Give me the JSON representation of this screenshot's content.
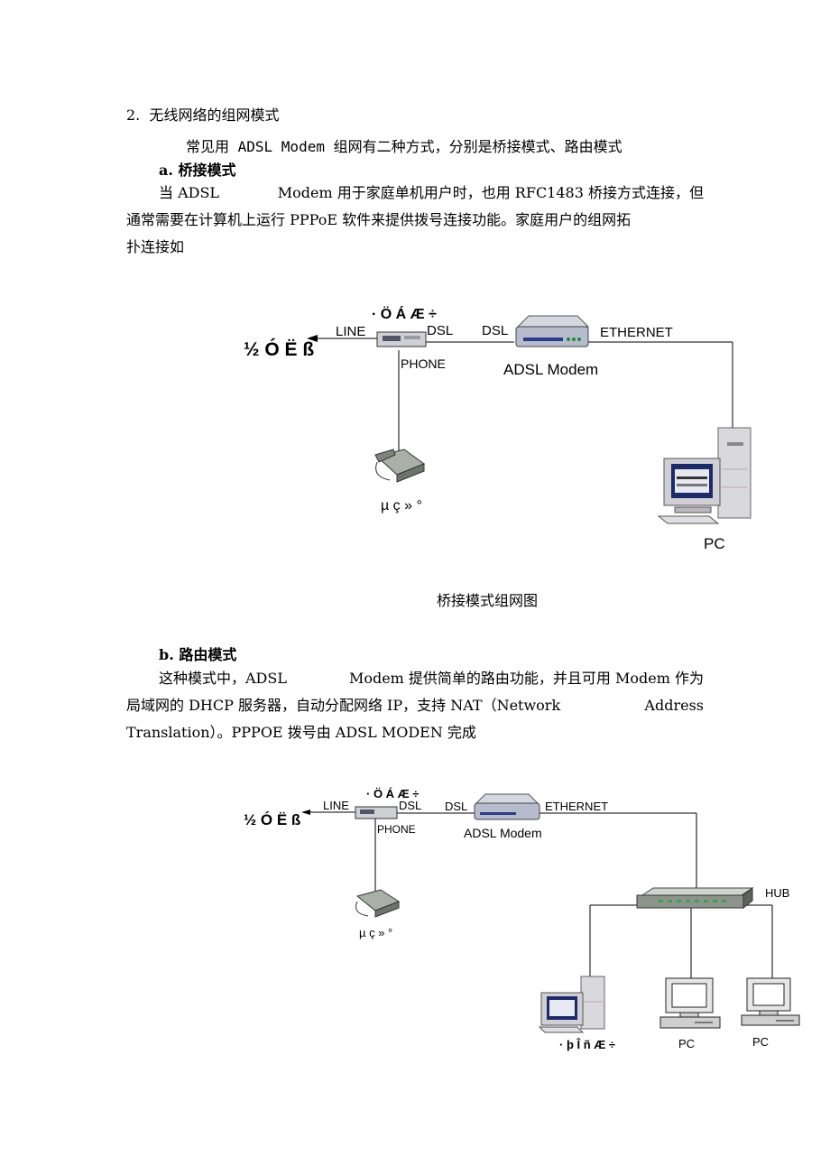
{
  "section": {
    "number": "2.",
    "title": "无线网络的组网模式",
    "intro": "常见用 ADSL Modem 组网有二种方式，分别是桥接模式、路由模式"
  },
  "bridge": {
    "heading": "a. 桥接模式",
    "para": {
      "line1_left": "当 ADSL",
      "line1_right": "Modem 用于家庭单机用户时，也用 RFC1483 桥接方式连接，但",
      "line2": "通常需要在计算机上运行 PPPoE 软件来提供拨号连接功能。家庭用户的组网拓",
      "line3": "扑连接如"
    },
    "diagram": {
      "splitter_label": "· Ö Á Æ ÷",
      "line_label": "LINE",
      "dsl_left": "DSL",
      "dsl_right": "DSL",
      "ethernet": "ETHERNET",
      "modem": "ADSL Modem",
      "phone_port": "PHONE",
      "outside": "½ Ó Ë ß",
      "phone_label": "µ ç » °",
      "pc": "PC"
    },
    "caption": "桥接模式组网图"
  },
  "router": {
    "heading": "b. 路由模式",
    "para": {
      "line1_left": "这种模式中，ADSL",
      "line1_right": "Modem 提供简单的路由功能，并且可用 Modem 作为",
      "line2_a": "局域网的 DHCP 服务器，自动分配网络 IP，支持 NAT（Network",
      "line2_b": "Address",
      "line3": "Translation）。PPPOE 拨号由 ADSL MODEN 完成"
    },
    "diagram": {
      "splitter_label": "· Ö Á Æ ÷",
      "line_label": "LINE",
      "dsl_left": "DSL",
      "dsl_right": "DSL",
      "ethernet": "ETHERNET",
      "modem": "ADSL Modem",
      "phone_port": "PHONE",
      "outside": "½ Ó Ë ß",
      "phone_label": "µ ç » °",
      "hub": "HUB",
      "server_label": "· þ Î ñ Æ ÷",
      "pc1": "PC",
      "pc2": "PC"
    }
  }
}
